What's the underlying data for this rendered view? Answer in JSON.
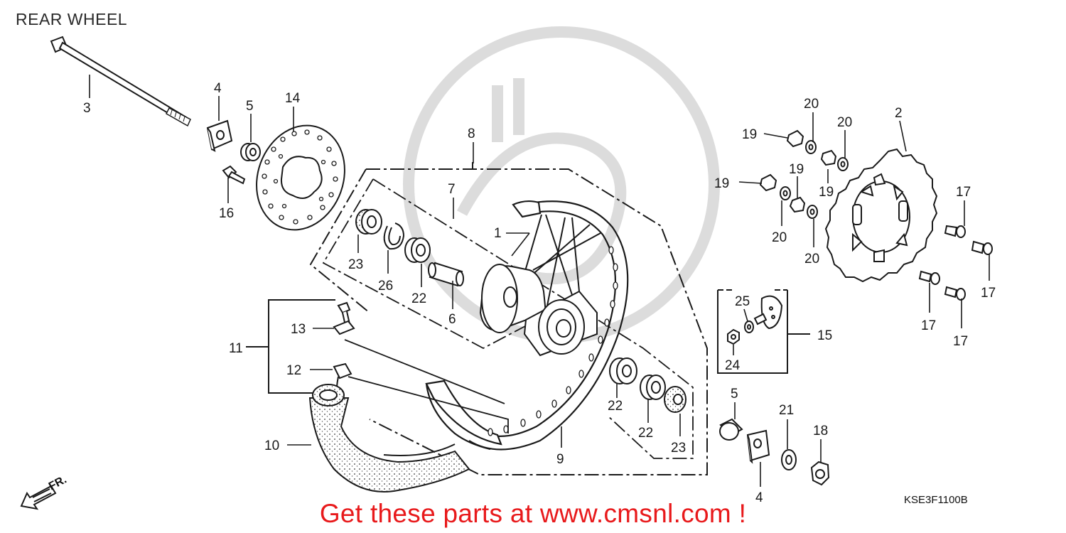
{
  "title": "REAR WHEEL",
  "diagram_code": "KSE3F1100B",
  "promo_text": "Get these parts at www.cmsnl.com !",
  "direction_label": "FR.",
  "callouts": {
    "c1": "1",
    "c2": "2",
    "c3": "3",
    "c4a": "4",
    "c4b": "4",
    "c5a": "5",
    "c5b": "5",
    "c6": "6",
    "c7": "7",
    "c8": "8",
    "c9": "9",
    "c10": "10",
    "c11": "11",
    "c12": "12",
    "c13": "13",
    "c14": "14",
    "c15": "15",
    "c16": "16",
    "c17a": "17",
    "c17b": "17",
    "c17c": "17",
    "c17d": "17",
    "c18": "18",
    "c19a": "19",
    "c19b": "19",
    "c19c": "19",
    "c19d": "19",
    "c20a": "20",
    "c20b": "20",
    "c20c": "20",
    "c20d": "20",
    "c21": "21",
    "c22a": "22",
    "c22b": "22",
    "c22c": "22",
    "c23a": "23",
    "c23b": "23",
    "c24": "24",
    "c25": "25",
    "c26": "26"
  },
  "colors": {
    "line": "#1a1a1a",
    "promo": "#e8191b",
    "watermark": "#d9d9d9"
  }
}
